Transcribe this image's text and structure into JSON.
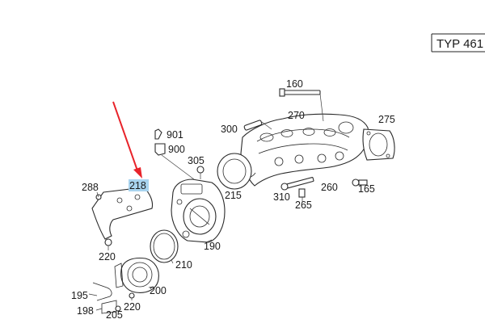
{
  "title_box": {
    "text": "TYP 461"
  },
  "highlight_color": "#a9d4ef",
  "pointer_color": "#e8232a",
  "callouts": {
    "p160": "160",
    "p270": "270",
    "p275": "275",
    "p300": "300",
    "p901": "901",
    "p900": "900",
    "p305": "305",
    "p215": "215",
    "p310": "310",
    "p260": "260",
    "p165": "165",
    "p265": "265",
    "p288": "288",
    "p218": "218",
    "p220a": "220",
    "p190": "190",
    "p210": "210",
    "p200": "200",
    "p195": "195",
    "p198": "198",
    "p205": "205",
    "p220b": "220"
  }
}
